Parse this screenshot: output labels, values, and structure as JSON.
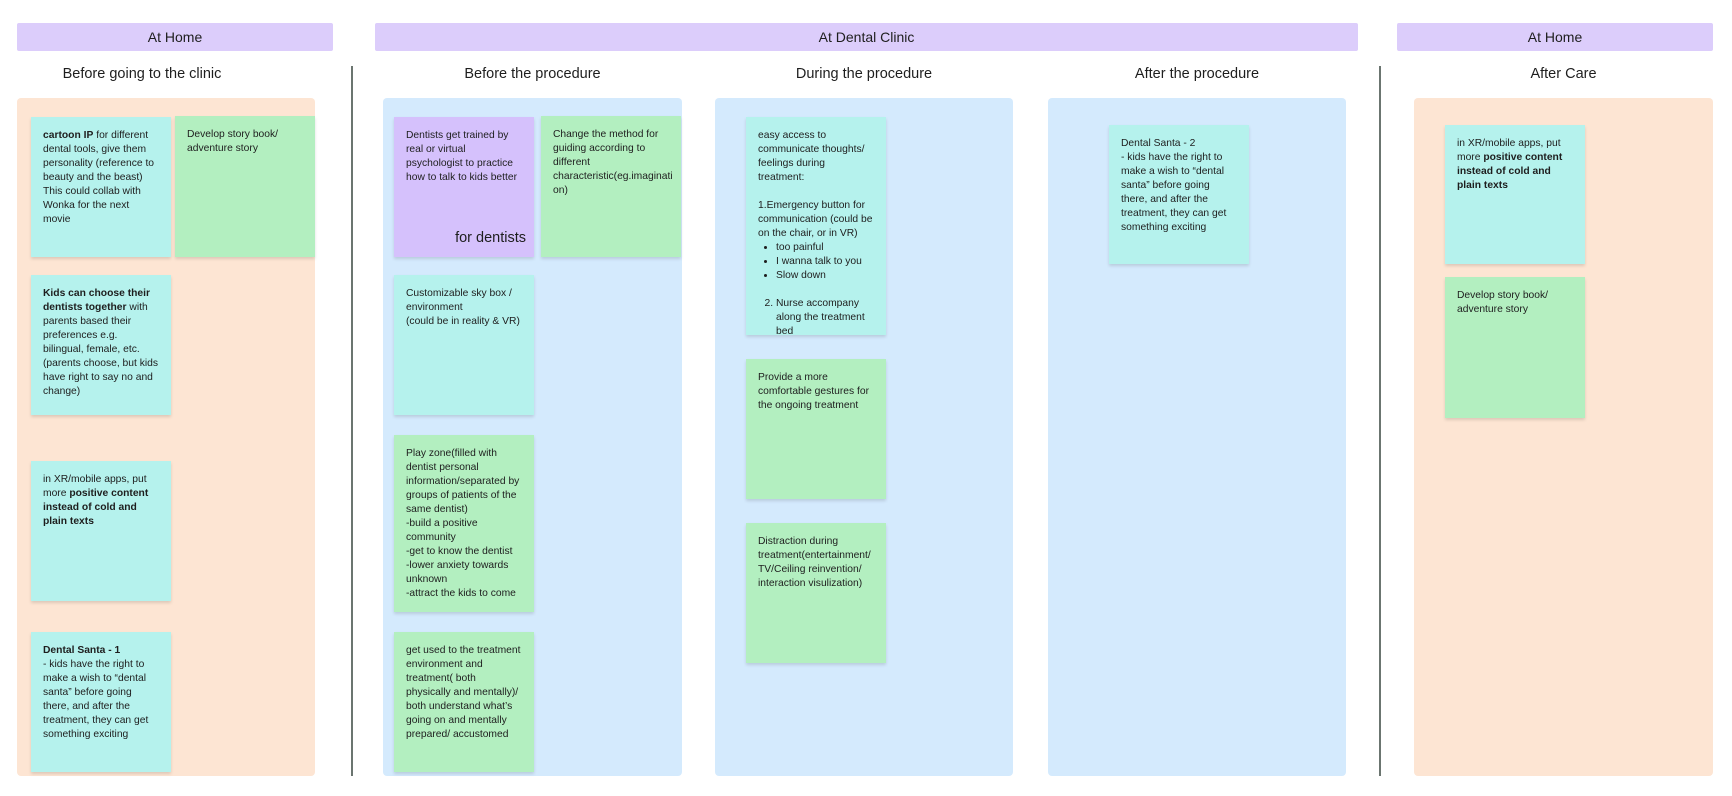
{
  "colors": {
    "header": "#dccdfb",
    "home_panel": "#fde5d3",
    "clinic_panel": "#d4eafd",
    "cyan_note": "#b5f2ed",
    "green_note": "#b3efc0",
    "purple_note": "#d5c1fc",
    "divider": "#6b7570"
  },
  "headers": [
    "At Home",
    "At Dental Clinic",
    "At Home"
  ],
  "stages": [
    "Before going to the clinic",
    "Before the procedure",
    "During the procedure",
    "After the procedure",
    "After Care"
  ],
  "notes": [
    {
      "id": "cartoon-ip",
      "stage": 0,
      "color": "#b5f2ed",
      "blocks": [
        {
          "type": "p",
          "parts": [
            {
              "text": "cartoon IP",
              "bold": true
            },
            {
              "text": " for different dental tools, give them personality (reference to beauty and the beast) This could collab with Wonka for the next movie"
            }
          ]
        }
      ]
    },
    {
      "id": "story-book-1",
      "stage": 0,
      "color": "#b3efc0",
      "blocks": [
        {
          "type": "p",
          "parts": [
            {
              "text": "Develop story book/ adventure story"
            }
          ]
        }
      ]
    },
    {
      "id": "choose-dentist",
      "stage": 0,
      "color": "#b5f2ed",
      "blocks": [
        {
          "type": "p",
          "parts": [
            {
              "text": "Kids can choose their dentists together",
              "bold": true
            },
            {
              "text": " with parents based their preferences e.g. bilingual, female, etc. (parents choose, but kids have right to say no and change)"
            }
          ]
        }
      ]
    },
    {
      "id": "xr-positive-1",
      "stage": 0,
      "color": "#b5f2ed",
      "blocks": [
        {
          "type": "p",
          "parts": [
            {
              "text": "in XR/mobile apps, put more "
            },
            {
              "text": "positive content instead of cold and plain texts",
              "bold": true
            }
          ]
        }
      ]
    },
    {
      "id": "dental-santa-1",
      "stage": 0,
      "color": "#b5f2ed",
      "blocks": [
        {
          "type": "p",
          "parts": [
            {
              "text": "Dental Santa - 1",
              "bold": true
            }
          ]
        },
        {
          "type": "p",
          "parts": [
            {
              "text": "- kids have the right to make a wish to “dental santa” before going there, and after the treatment, they can get something exciting"
            }
          ]
        }
      ]
    },
    {
      "id": "dentist-training",
      "stage": 1,
      "color": "#d5c1fc",
      "tag": "for dentists",
      "blocks": [
        {
          "type": "p",
          "parts": [
            {
              "text": "Dentists get trained by real or virtual psychologist to practice how to talk to kids better"
            }
          ]
        }
      ]
    },
    {
      "id": "guiding-method",
      "stage": 1,
      "color": "#b3efc0",
      "blocks": [
        {
          "type": "p",
          "parts": [
            {
              "text": "Change the method for guiding according to different characteristic(eg.imaginati on)"
            }
          ]
        }
      ]
    },
    {
      "id": "sky-box",
      "stage": 1,
      "color": "#b5f2ed",
      "blocks": [
        {
          "type": "p",
          "parts": [
            {
              "text": "Customizable sky box / environment"
            }
          ]
        },
        {
          "type": "p",
          "parts": [
            {
              "text": "(could be in reality & VR)"
            }
          ]
        }
      ]
    },
    {
      "id": "play-zone",
      "stage": 1,
      "color": "#b3efc0",
      "blocks": [
        {
          "type": "p",
          "parts": [
            {
              "text": "Play zone(filled with dentist personal information/separated by groups of patients of the same dentist)"
            }
          ]
        },
        {
          "type": "p",
          "parts": [
            {
              "text": "-build a positive community"
            }
          ]
        },
        {
          "type": "p",
          "parts": [
            {
              "text": "-get to know the dentist"
            }
          ]
        },
        {
          "type": "p",
          "parts": [
            {
              "text": "-lower anxiety towards unknown"
            }
          ]
        },
        {
          "type": "p",
          "parts": [
            {
              "text": "-attract the kids to come"
            }
          ]
        }
      ]
    },
    {
      "id": "get-used",
      "stage": 1,
      "color": "#b3efc0",
      "blocks": [
        {
          "type": "p",
          "parts": [
            {
              "text": "get used to the treatment environment and treatment( both physically and mentally)/ both understand what’s going on and mentally prepared/ accustomed"
            }
          ]
        }
      ]
    },
    {
      "id": "easy-access",
      "stage": 2,
      "color": "#b5f2ed",
      "blocks": [
        {
          "type": "p",
          "parts": [
            {
              "text": "easy access to communicate thoughts/ feelings during treatment:"
            }
          ]
        },
        {
          "type": "spacer"
        },
        {
          "type": "p",
          "parts": [
            {
              "text": "1.Emergency button for communication (could be on the chair, or in VR)"
            }
          ]
        },
        {
          "type": "ul",
          "items": [
            "too painful",
            "I wanna talk to you",
            "Slow down"
          ]
        },
        {
          "type": "spacer"
        },
        {
          "type": "ol",
          "start": 2,
          "items": [
            "Nurse accompany along the treatment bed"
          ]
        }
      ]
    },
    {
      "id": "comfortable-gestures",
      "stage": 2,
      "color": "#b3efc0",
      "blocks": [
        {
          "type": "p",
          "parts": [
            {
              "text": "Provide a more comfortable gestures for the ongoing treatment"
            }
          ]
        }
      ]
    },
    {
      "id": "distraction",
      "stage": 2,
      "color": "#b3efc0",
      "blocks": [
        {
          "type": "p",
          "parts": [
            {
              "text": "Distraction during treatment(entertainment/ TV/Ceiling reinvention/ interaction visulization)"
            }
          ]
        }
      ]
    },
    {
      "id": "dental-santa-2",
      "stage": 3,
      "color": "#b5f2ed",
      "blocks": [
        {
          "type": "p",
          "parts": [
            {
              "text": "Dental Santa - 2"
            }
          ]
        },
        {
          "type": "p",
          "parts": [
            {
              "text": "- kids have the right to make a wish to “dental santa” before going there, and after the treatment, they can get something exciting"
            }
          ]
        }
      ]
    },
    {
      "id": "xr-positive-2",
      "stage": 4,
      "color": "#b5f2ed",
      "blocks": [
        {
          "type": "p",
          "parts": [
            {
              "text": "in XR/mobile apps, put more "
            },
            {
              "text": "positive content instead of cold and plain texts",
              "bold": true
            }
          ]
        }
      ]
    },
    {
      "id": "story-book-2",
      "stage": 4,
      "color": "#b3efc0",
      "blocks": [
        {
          "type": "p",
          "parts": [
            {
              "text": "Develop story book/ adventure story"
            }
          ]
        }
      ]
    }
  ]
}
